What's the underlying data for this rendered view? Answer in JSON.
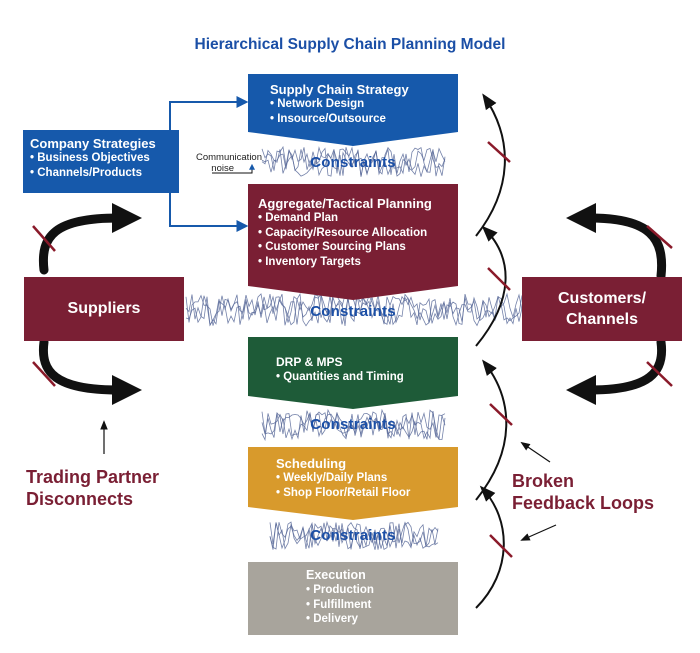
{
  "title": "Hierarchical Supply Chain Planning Model",
  "levels": {
    "strategy": {
      "title": "Supply Chain Strategy",
      "items": [
        "Network Design",
        "Insource/Outsource"
      ],
      "color": "#1659ab"
    },
    "tactical": {
      "title": "Aggregate/Tactical Planning",
      "items": [
        "Demand Plan",
        "Capacity/Resource Allocation",
        "Customer Sourcing Plans",
        "Inventory Targets"
      ],
      "color": "#7a1f34"
    },
    "drp": {
      "title": "DRP & MPS",
      "items": [
        "Quantities and Timing"
      ],
      "color": "#1e5b38"
    },
    "scheduling": {
      "title": "Scheduling",
      "items": [
        "Weekly/Daily Plans",
        "Shop Floor/Retail Floor"
      ],
      "color": "#d89a2c"
    },
    "execution": {
      "title": "Execution",
      "items": [
        "Production",
        "Fulfillment",
        "Delivery"
      ],
      "color": "#a8a49c"
    }
  },
  "company": {
    "title": "Company Strategies",
    "items": [
      "Business Objectives",
      "Channels/Products"
    ],
    "color": "#1659ab"
  },
  "constraints_label": "Constraints",
  "communication_noise": [
    "Communication",
    "noise"
  ],
  "suppliers": "Suppliers",
  "customers": [
    "Customers/",
    "Channels"
  ],
  "trading_partner": [
    "Trading Partner",
    "Disconnects"
  ],
  "broken_feedback": [
    "Broken",
    "Feedback Loops"
  ],
  "colors": {
    "title_blue": "#1b4fa6",
    "maroon": "#7a1f34",
    "noise_blue": "#5a6b9a",
    "arrow": "#111111",
    "strike": "#8a1a2a"
  }
}
